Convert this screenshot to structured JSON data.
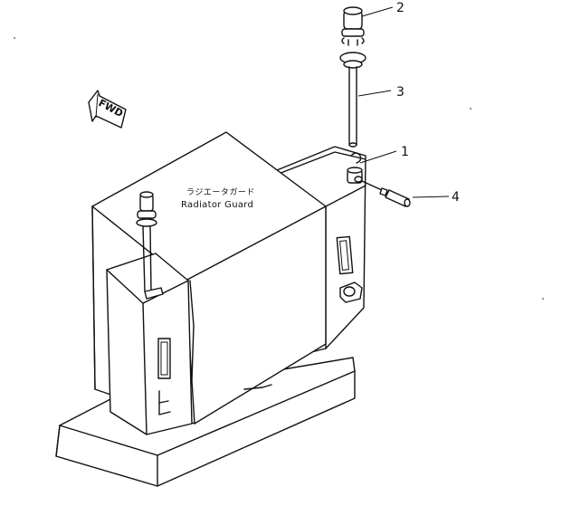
{
  "labels": {
    "japanese": "ラジエータガード",
    "english": "Radiator Guard",
    "direction_arrow": "FWD"
  },
  "callouts": [
    "1",
    "2",
    "3",
    "4"
  ],
  "icons": [
    "fwd-arrow-icon"
  ]
}
